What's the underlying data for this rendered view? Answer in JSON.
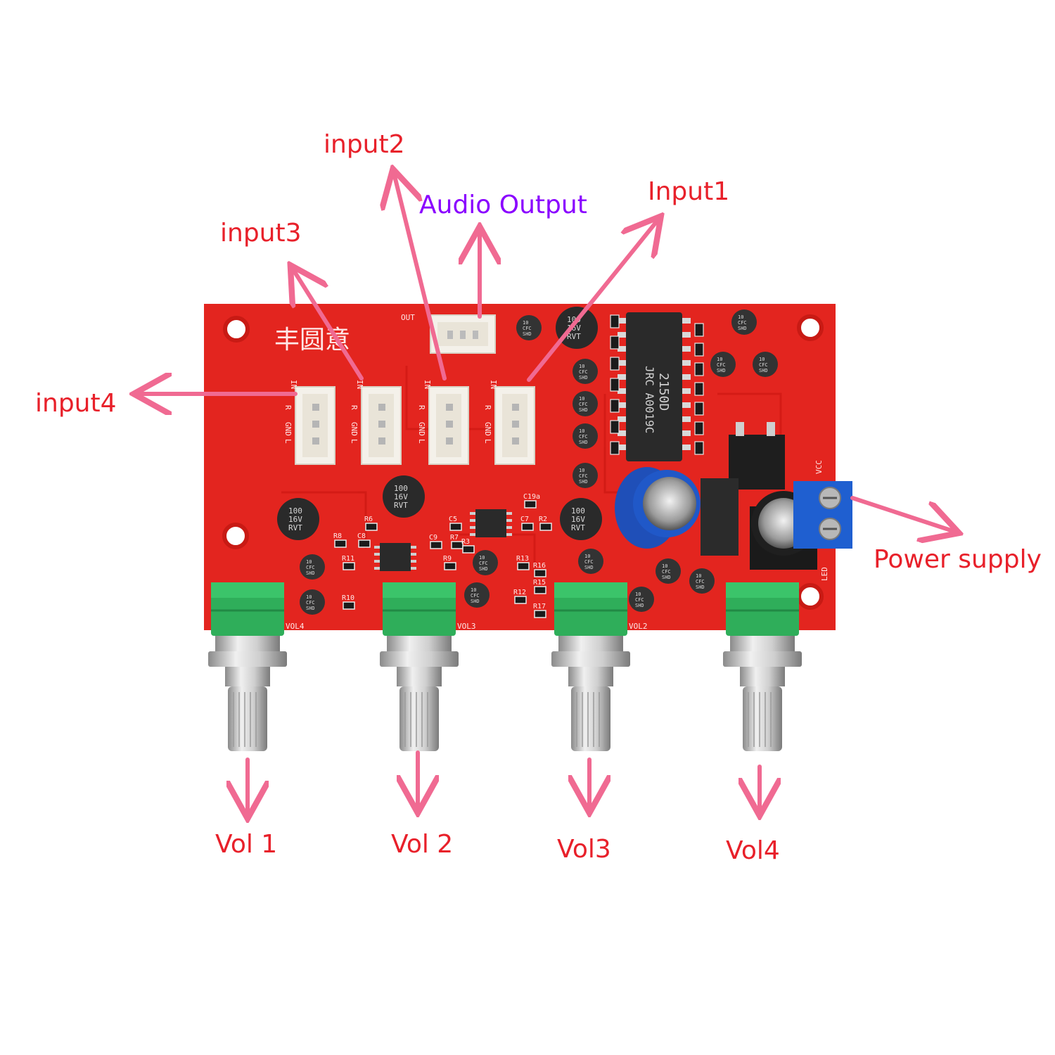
{
  "colors": {
    "label_red": "#e8202a",
    "label_purple": "#8a00ff",
    "arrow_pink": "#f06a92",
    "board_red": "#e3251f",
    "knob_green": "#2fae5a",
    "terminal_blue": "#1f5fd0"
  },
  "labels": {
    "input1": "Input1",
    "input2": "input2",
    "input3": "input3",
    "input4": "input4",
    "audio_output": "Audio Output",
    "power_supply": "Power supply",
    "vol1": "Vol 1",
    "vol2": "Vol 2",
    "vol3": "Vol3",
    "vol4": "Vol4"
  },
  "board": {
    "brand": "丰圆意",
    "chip_line1": "2150D",
    "chip_line2": "JRC A0019C",
    "out_silk": "OUT",
    "vcc_silk": "VCC",
    "led_silk": "LED",
    "pin_silk": [
      "R",
      "GND",
      "L"
    ],
    "in_silk": "IN",
    "vol_silk": [
      "VOL4",
      "VOL3",
      "VOL2"
    ],
    "cap_big": [
      "100",
      "16V",
      "RVT"
    ],
    "cap_small": [
      "10",
      "CFC",
      "SHD"
    ],
    "resistor_silk": [
      "R6",
      "R8",
      "C8",
      "R11",
      "R10",
      "C5",
      "C9",
      "R7",
      "R3",
      "R9",
      "R13",
      "R12",
      "R15",
      "R16",
      "R17",
      "R2",
      "C7",
      "C19a"
    ]
  }
}
